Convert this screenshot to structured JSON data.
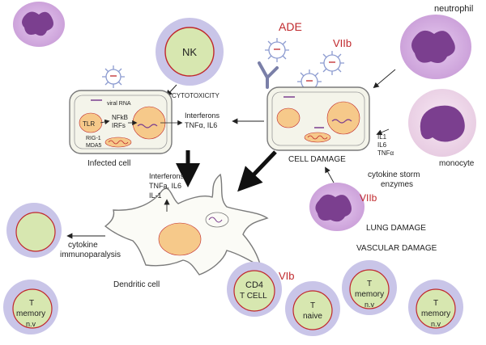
{
  "labels": {
    "neutrophil": "neutrophil",
    "ade": "ADE",
    "viib_top": "VIIb",
    "viib_mid": "VIIb",
    "vib": "VIb",
    "nk": "NK",
    "cytotoxicity": "CYTOTOXICITY",
    "viral_rna": "viral RNA",
    "tlr": "TLR",
    "nfkb": "NFkB",
    "irfs": "IRFs",
    "rig1": "RIG-1",
    "mda5": "MDA5",
    "interferons_top": "Interferons",
    "tnf_il6_top": "TNFα, IL6",
    "infected_cell": "Infected cell",
    "cell_damage": "CELL DAMAGE",
    "il1": "IL1",
    "il6": "IL6",
    "tnfa": "TNFα",
    "monocyte": "monocyte",
    "cytokine_storm": "cytokine storm",
    "enzymes": "enzymes",
    "interferons_dc": "Interferons",
    "tnfa_il6_dc": "TNFa, IL6",
    "il1_dc": "IL-1",
    "lung_damage": "LUNG DAMAGE",
    "vascular_damage": "VASCULAR DAMAGE",
    "cytokine": "cytokine",
    "immunoparalysis": "immunoparalysis",
    "dendritic_cell": "Dendritic cell",
    "cd4": "CD4",
    "t_cell": "T CELL",
    "t_naive_t": "T",
    "t_naive": "naive",
    "t_mem1_t": "T",
    "t_mem1": "memory",
    "t_mem1_nv": "n.v",
    "t_mem2_t": "T",
    "t_mem2": "memory",
    "t_mem2_nv": "n.v",
    "t_mem3_t": "T",
    "t_mem3": "memory",
    "t_mem3_nv": "n.v"
  },
  "colors": {
    "accent_red": "#c0282c",
    "cell_border": "#7a7a7a",
    "cell_fill": "#f4f4ea",
    "nucleus": "#f6c98a",
    "purple": "#7b3f8f",
    "green_core": "#d7e7b0",
    "lavender": "#c9c5e8",
    "virus": "#8c9bd0"
  }
}
